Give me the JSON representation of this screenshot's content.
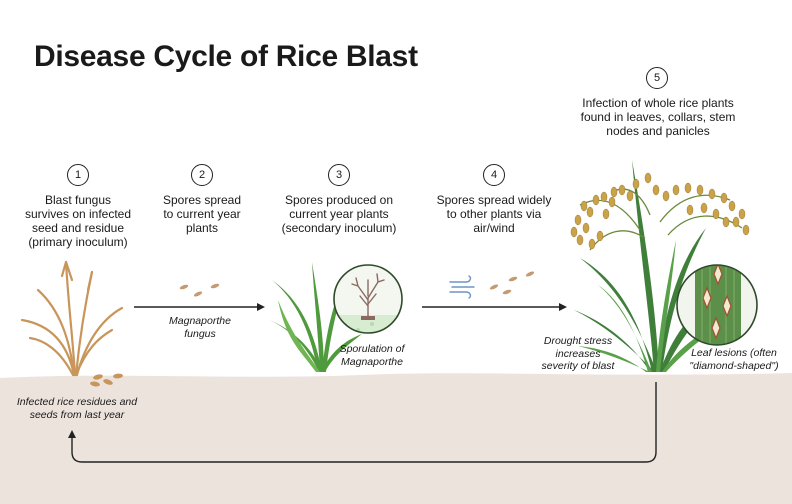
{
  "title": "Disease Cycle of Rice Blast",
  "steps": [
    {
      "num": "1",
      "lines": [
        "Blast fungus",
        "survives on infected",
        "seed and residue",
        "(primary inoculum)"
      ]
    },
    {
      "num": "2",
      "lines": [
        "Spores spread",
        "to current year",
        "plants"
      ]
    },
    {
      "num": "3",
      "lines": [
        "Spores produced on",
        "current year plants",
        "(secondary inoculum)"
      ]
    },
    {
      "num": "4",
      "lines": [
        "Spores spread widely",
        "to other plants via",
        "air/wind"
      ]
    },
    {
      "num": "5",
      "lines": [
        "Infection of whole rice plants",
        "found in leaves, collars, stem",
        "nodes and panicles"
      ]
    }
  ],
  "captions": {
    "residues": [
      "Infected rice residues and",
      "seeds from last year"
    ],
    "fungus": [
      "Magnaporthe",
      "fungus"
    ],
    "sporulation": [
      "Sporulation of",
      "Magnaporthe"
    ],
    "drought": [
      "Drought stress",
      "increases",
      "severity of blast"
    ],
    "lesions": [
      "Leaf lesions (often",
      "\"diamond-shaped\")"
    ]
  },
  "icons": {
    "wind": "wind-icon",
    "spores": "spore-icon",
    "dead_plant": "dead-rice-plant-icon",
    "green_plant": "rice-seedling-icon",
    "mature_plant": "infected-rice-plant-icon",
    "magnifier_sporulation": "sporulation-magnifier-icon",
    "magnifier_lesion": "leaf-lesion-magnifier-icon"
  },
  "colors": {
    "soil": "#ede3dd",
    "dead_plant": "#c8955a",
    "leaf_green": "#4f9a3c",
    "panicle": "#c9a24a",
    "arrow": "#222222",
    "wind": "#6f93c6"
  }
}
